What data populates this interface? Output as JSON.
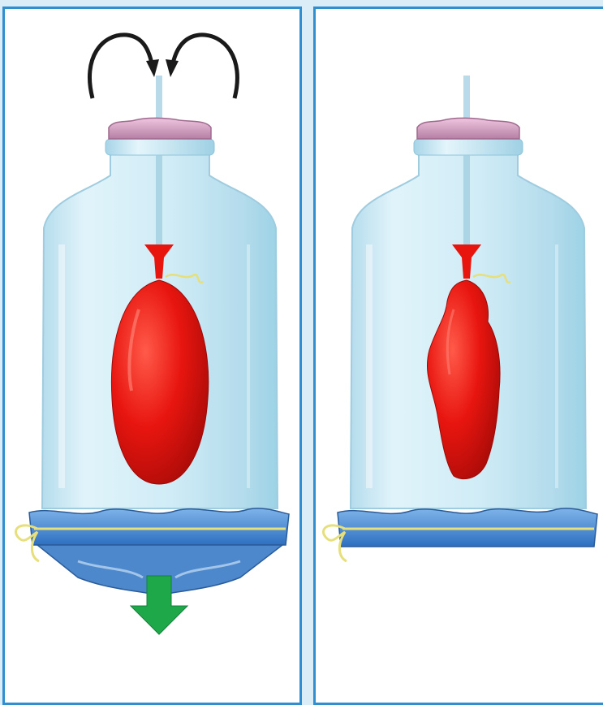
{
  "figure": {
    "panels": [
      {
        "state": "diaphragm-pulled-down",
        "balloon": "inflated",
        "arrows": [
          "air-in-arrow",
          "air-in-arrow",
          "pull-down-arrow"
        ]
      },
      {
        "state": "diaphragm-relaxed",
        "balloon": "deflated",
        "arrows": []
      }
    ]
  },
  "colors": {
    "panel_border": "#2f8fd0",
    "jar_glass": "#bfe3f1",
    "stopper": "#d9a8c9",
    "balloon": "#e8150f",
    "diaphragm": "#4a8ed6",
    "string": "#e6df7a",
    "arrow_green": "#1ea84a",
    "arrow_black": "#1a1a1a"
  }
}
